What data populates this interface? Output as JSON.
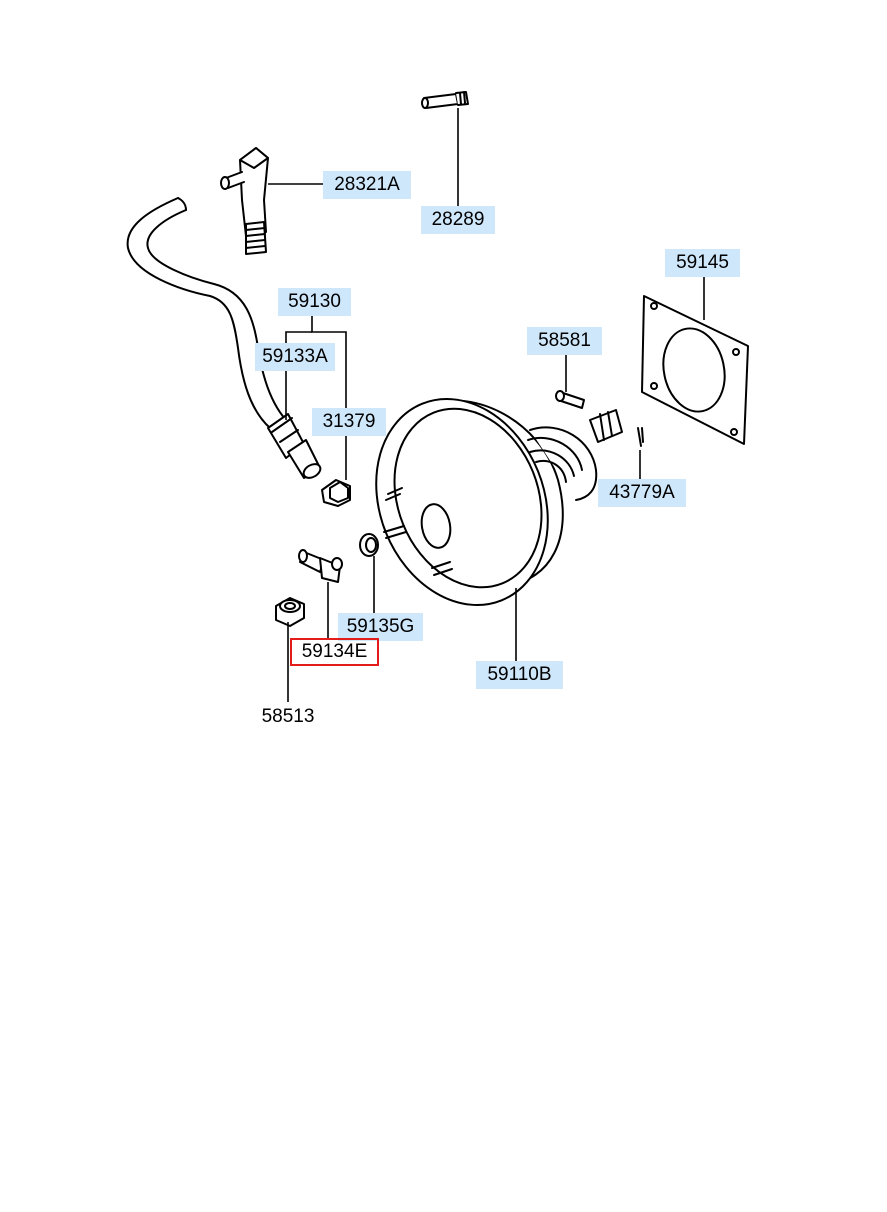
{
  "colors": {
    "label_highlight": "#cfe7fb",
    "selected_outline": "#e21b1b",
    "line": "#000000"
  },
  "labels": {
    "p28321A": "28321A",
    "p28289": "28289",
    "p59145": "59145",
    "p59130": "59130",
    "p59133A": "59133A",
    "p58581": "58581",
    "p31379": "31379",
    "p43779A": "43779A",
    "p59135G": "59135G",
    "p59134E": "59134E",
    "p59110B": "59110B",
    "p58513": "58513"
  },
  "selected_part": "59134E"
}
